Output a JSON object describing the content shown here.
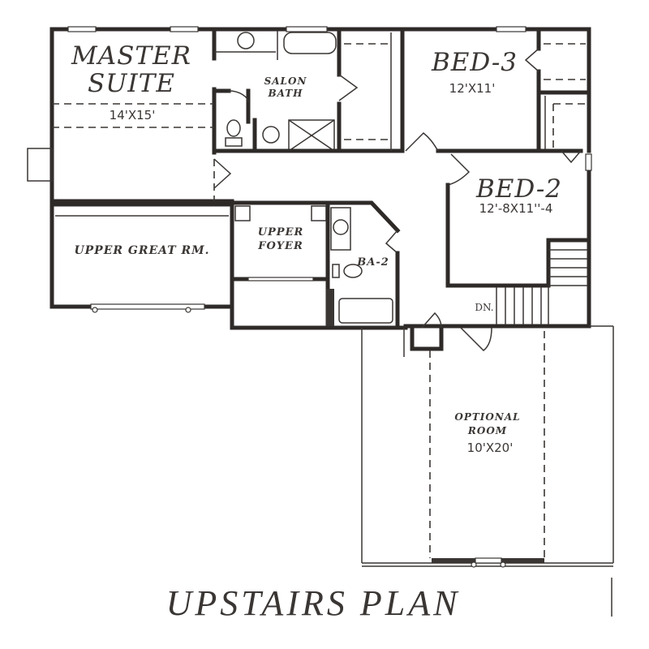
{
  "plan": {
    "title": "UPSTAIRS PLAN",
    "colors": {
      "line": "#2e2a28",
      "background": "#ffffff"
    }
  },
  "rooms": {
    "master_suite": {
      "name_line1": "MASTER",
      "name_line2": "SUITE",
      "size": "14'X15'"
    },
    "salon_bath": {
      "name_line1": "SALON",
      "name_line2": "BATH"
    },
    "bed_3": {
      "name": "BED-3",
      "size": "12'X11'"
    },
    "bed_2": {
      "name": "BED-2",
      "size": "12'-8X11''-4"
    },
    "upper_great_rm": {
      "name": "UPPER GREAT RM."
    },
    "upper_foyer": {
      "name_line1": "UPPER",
      "name_line2": "FOYER"
    },
    "ba_2": {
      "name": "BA-2"
    },
    "optional_room": {
      "name_line1": "OPTIONAL",
      "name_line2": "ROOM",
      "size": "10'X20'"
    }
  },
  "stairs": {
    "label": "DN."
  }
}
